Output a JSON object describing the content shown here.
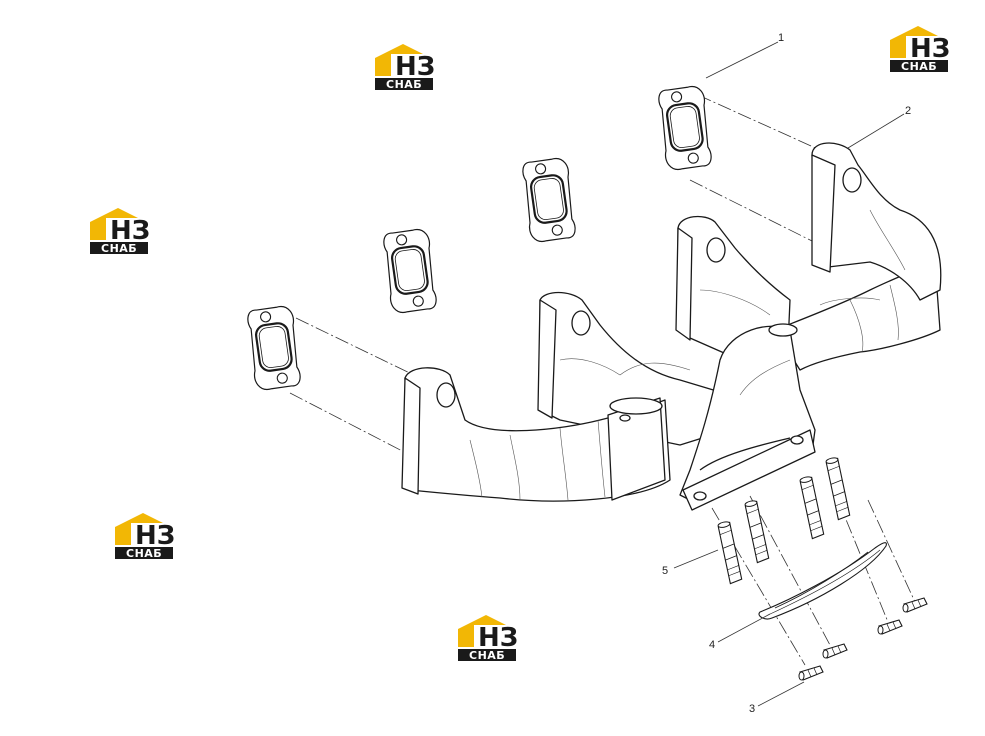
{
  "callouts": [
    "1",
    "2",
    "3",
    "4",
    "5"
  ],
  "watermark": {
    "logo_letters": "НЗ",
    "logo_caption": "СНАБ",
    "colors": {
      "yellow": "#f2b705",
      "dark": "#1a1a1a"
    }
  },
  "colors": {
    "line": "#1a1a1a",
    "leader": "#333333",
    "background": "#ffffff"
  }
}
